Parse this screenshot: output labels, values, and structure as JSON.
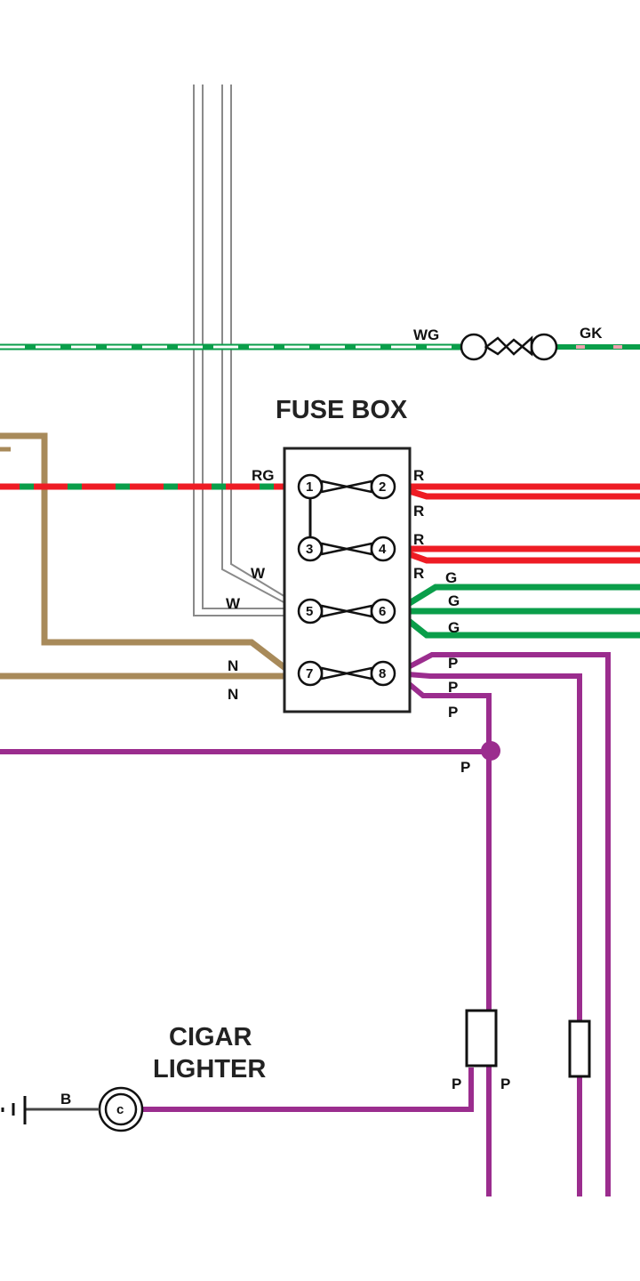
{
  "titles": {
    "fuse_box": "FUSE BOX",
    "cigar_lighter_line1": "CIGAR",
    "cigar_lighter_line2": "LIGHTER"
  },
  "terminals": [
    "1",
    "2",
    "3",
    "4",
    "5",
    "6",
    "7",
    "8"
  ],
  "cigar_terminal": "c",
  "wire_labels": {
    "wg": "WG",
    "gk": "GK",
    "rg": "RG",
    "w_upper": "W",
    "w_lower": "W",
    "n_upper": "N",
    "n_lower": "N",
    "r1": "R",
    "r2": "R",
    "r3": "R",
    "r4": "R",
    "g1": "G",
    "g2": "G",
    "g3": "G",
    "p1": "P",
    "p2": "P",
    "p3": "P",
    "p_junction": "P",
    "p_lighter_left": "P",
    "p_lighter_right": "P",
    "b": "B"
  },
  "colors": {
    "green": "#0a9e4a",
    "red": "#ee1c24",
    "purple": "#9b2d8e",
    "brown": "#a88a5a",
    "outline": "#222222",
    "white_wire": "#8a8a8a"
  }
}
